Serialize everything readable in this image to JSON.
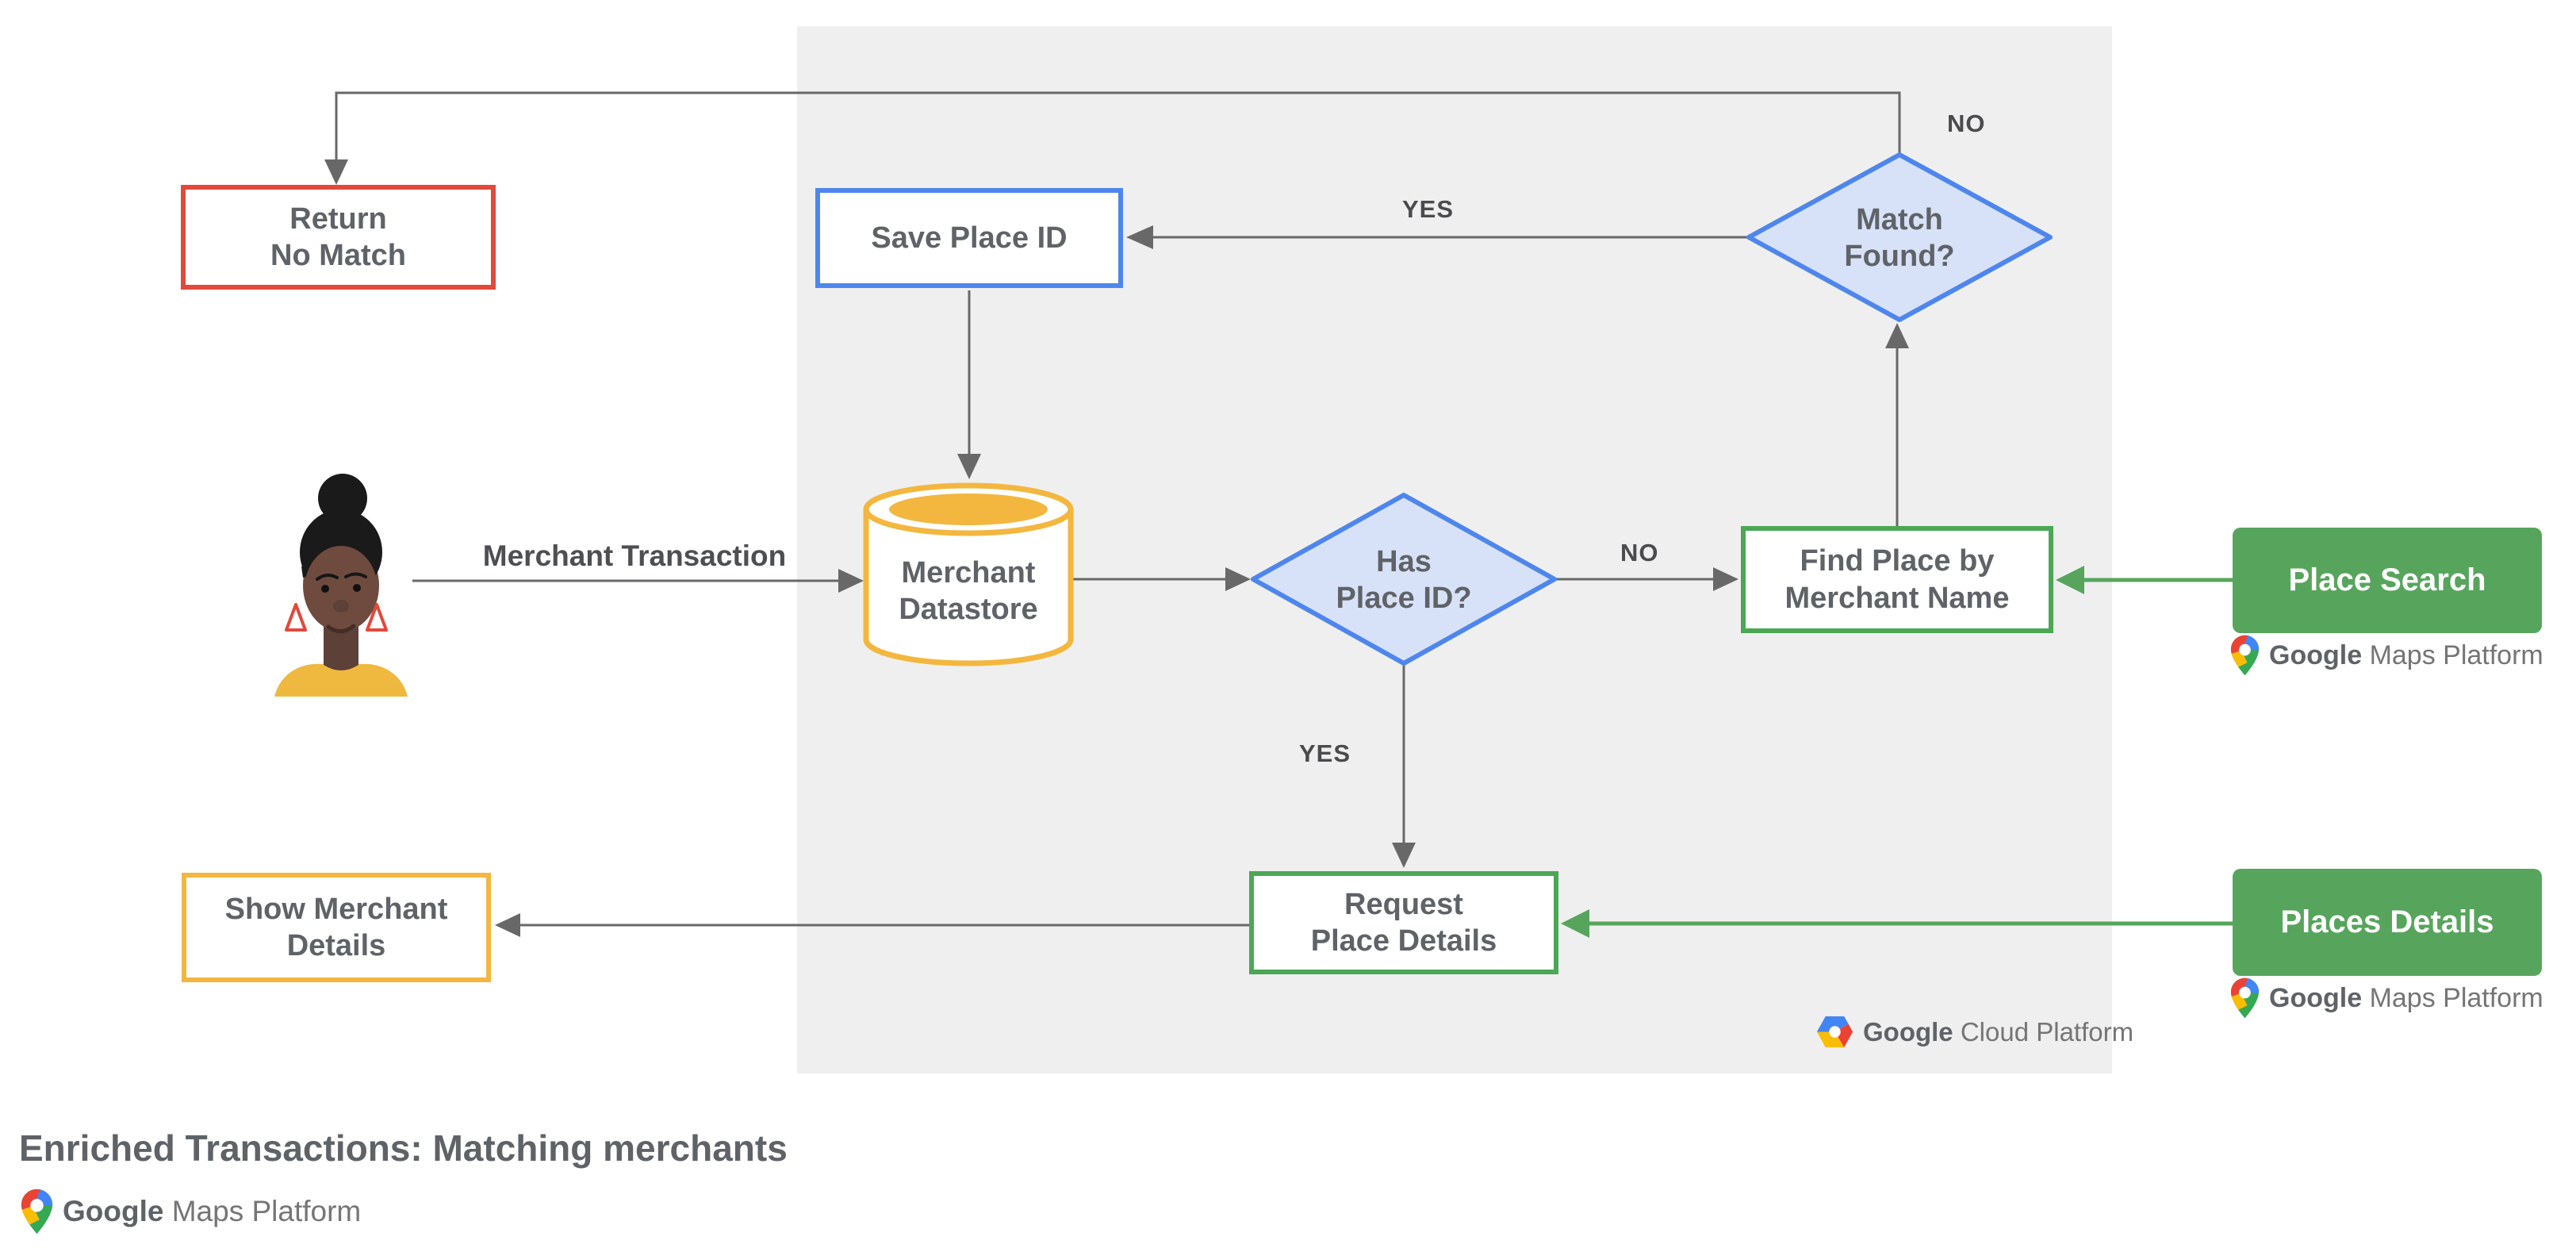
{
  "title": "Enriched Transactions: Matching merchants",
  "colors": {
    "panel_bg": "#EFEFEF",
    "line_gray": "#686868",
    "node_text": "#5F6368",
    "red_border": "#E2493B",
    "blue_border": "#4E86EC",
    "diamond_fill": "#D7E2F9",
    "yellow_border": "#F3B73F",
    "green_border": "#4BA755",
    "green_button": "#57A55C"
  },
  "nodes": {
    "return_no_match": {
      "label": "Return\nNo Match"
    },
    "save_place_id": {
      "label": "Save Place ID"
    },
    "match_found": {
      "label": "Match\nFound?"
    },
    "merchant_datastore": {
      "label": "Merchant\nDatastore"
    },
    "has_place_id": {
      "label": "Has\nPlace ID?"
    },
    "find_place_by_merchant_name": {
      "label": "Find Place by\nMerchant Name"
    },
    "request_place_details": {
      "label": "Request\nPlace Details"
    },
    "show_merchant_details": {
      "label": "Show Merchant\nDetails"
    }
  },
  "api_buttons": {
    "place_search": {
      "label": "Place Search"
    },
    "places_details": {
      "label": "Places Details"
    }
  },
  "edge_labels": {
    "no_to_return": "NO",
    "yes_to_save": "YES",
    "no_to_find": "NO",
    "yes_to_request": "YES",
    "merchant_transaction": "Merchant Transaction"
  },
  "logos": {
    "gmp_google": "Google",
    "gmp_rest": "Maps Platform",
    "gcp_google": "Google",
    "gcp_rest": "Cloud Platform"
  }
}
